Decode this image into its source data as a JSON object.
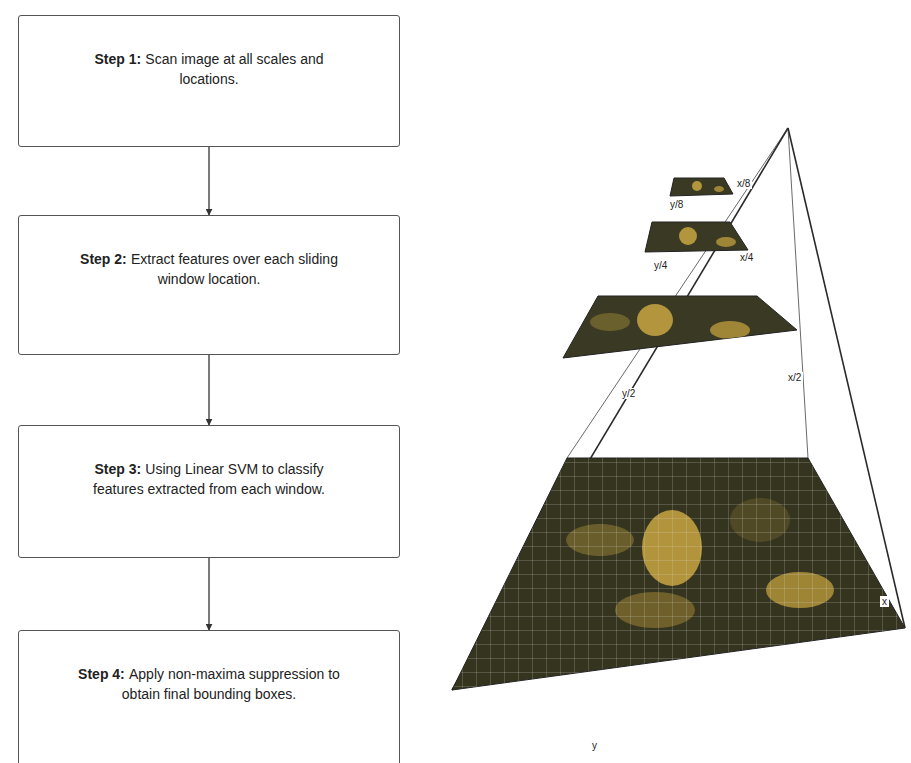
{
  "diagram": {
    "nodes": [
      {
        "text": [
          "Step 1:",
          "Scan image at all scales and locations."
        ]
      },
      {
        "text": [
          "Step 2:",
          "Extract features over each sliding window location."
        ]
      },
      {
        "text": [
          "Step 3:",
          "Using Linear SVM to classify features extracted from each window."
        ]
      },
      {
        "text": [
          "Step 4:",
          "Apply non-maxima suppression to obtain final bounding boxes."
        ]
      }
    ],
    "edges": [
      {
        "from": 0,
        "to": 1,
        "arrow": "to"
      },
      {
        "from": 1,
        "to": 2,
        "arrow": "to"
      },
      {
        "from": 2,
        "to": 3,
        "arrow": "to"
      }
    ],
    "labels": [
      "x/8",
      "y/8",
      "x/4",
      "y/4",
      "x/2",
      "y/2",
      "x",
      "y"
    ]
  }
}
